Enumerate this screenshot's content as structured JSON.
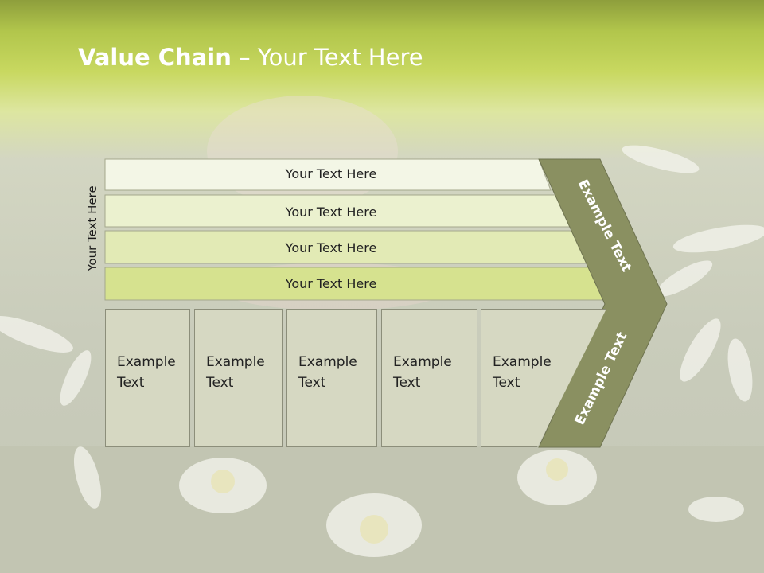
{
  "title": {
    "bold": "Value Chain",
    "rest": " – Your Text Here"
  },
  "side_label": "Your Text Here",
  "bars": [
    {
      "label": "Your Text Here",
      "color": "#f3f6e6"
    },
    {
      "label": "Your Text Here",
      "color": "#ebf1cf"
    },
    {
      "label": "Your Text Here",
      "color": "#e2eab5"
    },
    {
      "label": "Your Text Here",
      "color": "#d6e28f"
    }
  ],
  "chevron": {
    "top_label": "Example Text",
    "bottom_label": "Example Text",
    "color": "#8a9061"
  },
  "boxes": [
    {
      "label": "Example\nText"
    },
    {
      "label": "Example\nText"
    },
    {
      "label": "Example\nText"
    },
    {
      "label": "Example\nText"
    },
    {
      "label": "Example\nText"
    }
  ]
}
